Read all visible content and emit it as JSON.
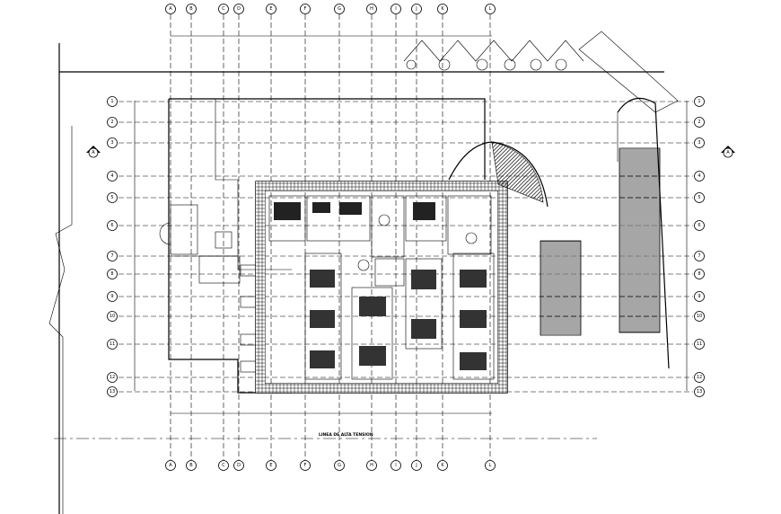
{
  "columns": [
    "A",
    "B",
    "C",
    "D",
    "E",
    "F",
    "G",
    "H",
    "I",
    "J",
    "K",
    "L"
  ],
  "rows": [
    "1",
    "2",
    "3",
    "4",
    "5",
    "6",
    "7",
    "8",
    "9",
    "10",
    "11",
    "12",
    "13"
  ],
  "section_marker": "A",
  "power_line_label": "LINEA DE ALTA TENSION"
}
